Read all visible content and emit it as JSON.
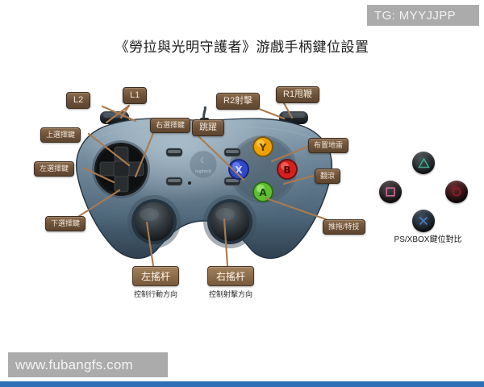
{
  "badge": {
    "text": "TG: MYYJJPP",
    "bg": "#ababab"
  },
  "title": "《勞拉與光明守護者》游戲手柄鍵位設置",
  "watermark": {
    "text": "www.fubangfs.com",
    "bg": "#ababab"
  },
  "callouts": [
    {
      "id": "l2",
      "label": "L2"
    },
    {
      "id": "l1",
      "label": "L1"
    },
    {
      "id": "r2",
      "label": "R2射擊"
    },
    {
      "id": "r1",
      "label": "R1甩鞭"
    },
    {
      "id": "up-sel",
      "label": "上選擇鍵"
    },
    {
      "id": "left-sel",
      "label": "左選擇鍵"
    },
    {
      "id": "down-sel",
      "label": "下選擇鍵"
    },
    {
      "id": "right-sel",
      "label": "右選擇鍵"
    },
    {
      "id": "jump",
      "label": "跳躍"
    },
    {
      "id": "mine",
      "label": "布置地雷"
    },
    {
      "id": "roll",
      "label": "翻滾"
    },
    {
      "id": "push",
      "label": "推拖/特技"
    }
  ],
  "sticks": [
    {
      "id": "left-stick",
      "label": "左搖杆",
      "sub": "控制行動方向"
    },
    {
      "id": "right-stick",
      "label": "右搖杆",
      "sub": "控制射擊方向"
    }
  ],
  "face_buttons": [
    {
      "id": "y",
      "letter": "Y",
      "color": "#f0a000",
      "pos": "top"
    },
    {
      "id": "b",
      "letter": "B",
      "color": "#d62020",
      "pos": "right"
    },
    {
      "id": "a",
      "letter": "A",
      "color": "#5fbf32",
      "pos": "bottom"
    },
    {
      "id": "x",
      "letter": "X",
      "color": "#2f49c8",
      "pos": "left"
    }
  ],
  "ps_legend": {
    "caption": "PS/XBOX鍵位對比",
    "buttons": [
      {
        "id": "triangle",
        "shape": "triangle",
        "color": "#3fa98a"
      },
      {
        "id": "square",
        "shape": "square",
        "color": "#c76f9c"
      },
      {
        "id": "circle",
        "shape": "circle",
        "color": "#8d1f24"
      },
      {
        "id": "cross",
        "shape": "cross",
        "color": "#4a7fc4"
      }
    ]
  },
  "brand": "logitech"
}
